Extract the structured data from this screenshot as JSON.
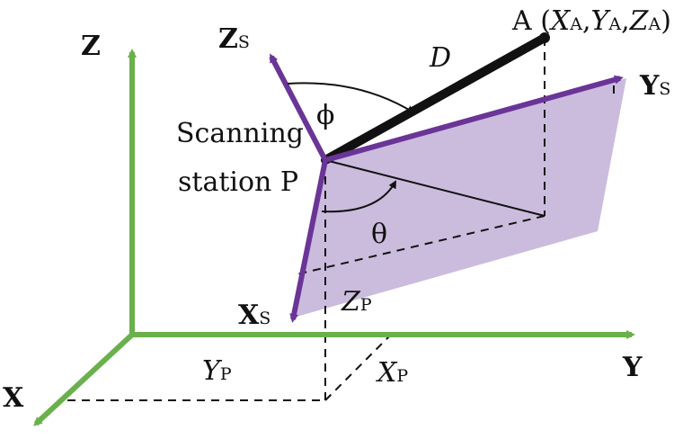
{
  "colors": {
    "global_axes": "#6ab04c",
    "scanner_axes": "#6a3596",
    "plane_fill": "#c8b8dc",
    "range_line": "#111111",
    "dashed": "#111111"
  },
  "labels": {
    "Z": "Z",
    "Y": "Y",
    "X": "X",
    "Zs_main": "Z",
    "Zs_sub": "S",
    "Ys_main": "Y",
    "Ys_sub": "S",
    "Xs_main": "X",
    "Xs_sub": "S",
    "station_line1": "Scanning",
    "station_line2": "station P",
    "D": "D",
    "phi": "ϕ",
    "theta": "θ",
    "A_prefix": "A (",
    "XA_main": "X",
    "XA_sub": "A",
    "comma1": ",",
    "YA_main": "Y",
    "YA_sub": "A",
    "comma2": ",",
    "ZA_main": "Z",
    "ZA_sub": "A",
    "A_suffix": ")",
    "ZP_main": "Z",
    "ZP_sub": "P",
    "YP_main": "Y",
    "YP_sub": "P",
    "XP_main": "X",
    "XP_sub": "P"
  }
}
